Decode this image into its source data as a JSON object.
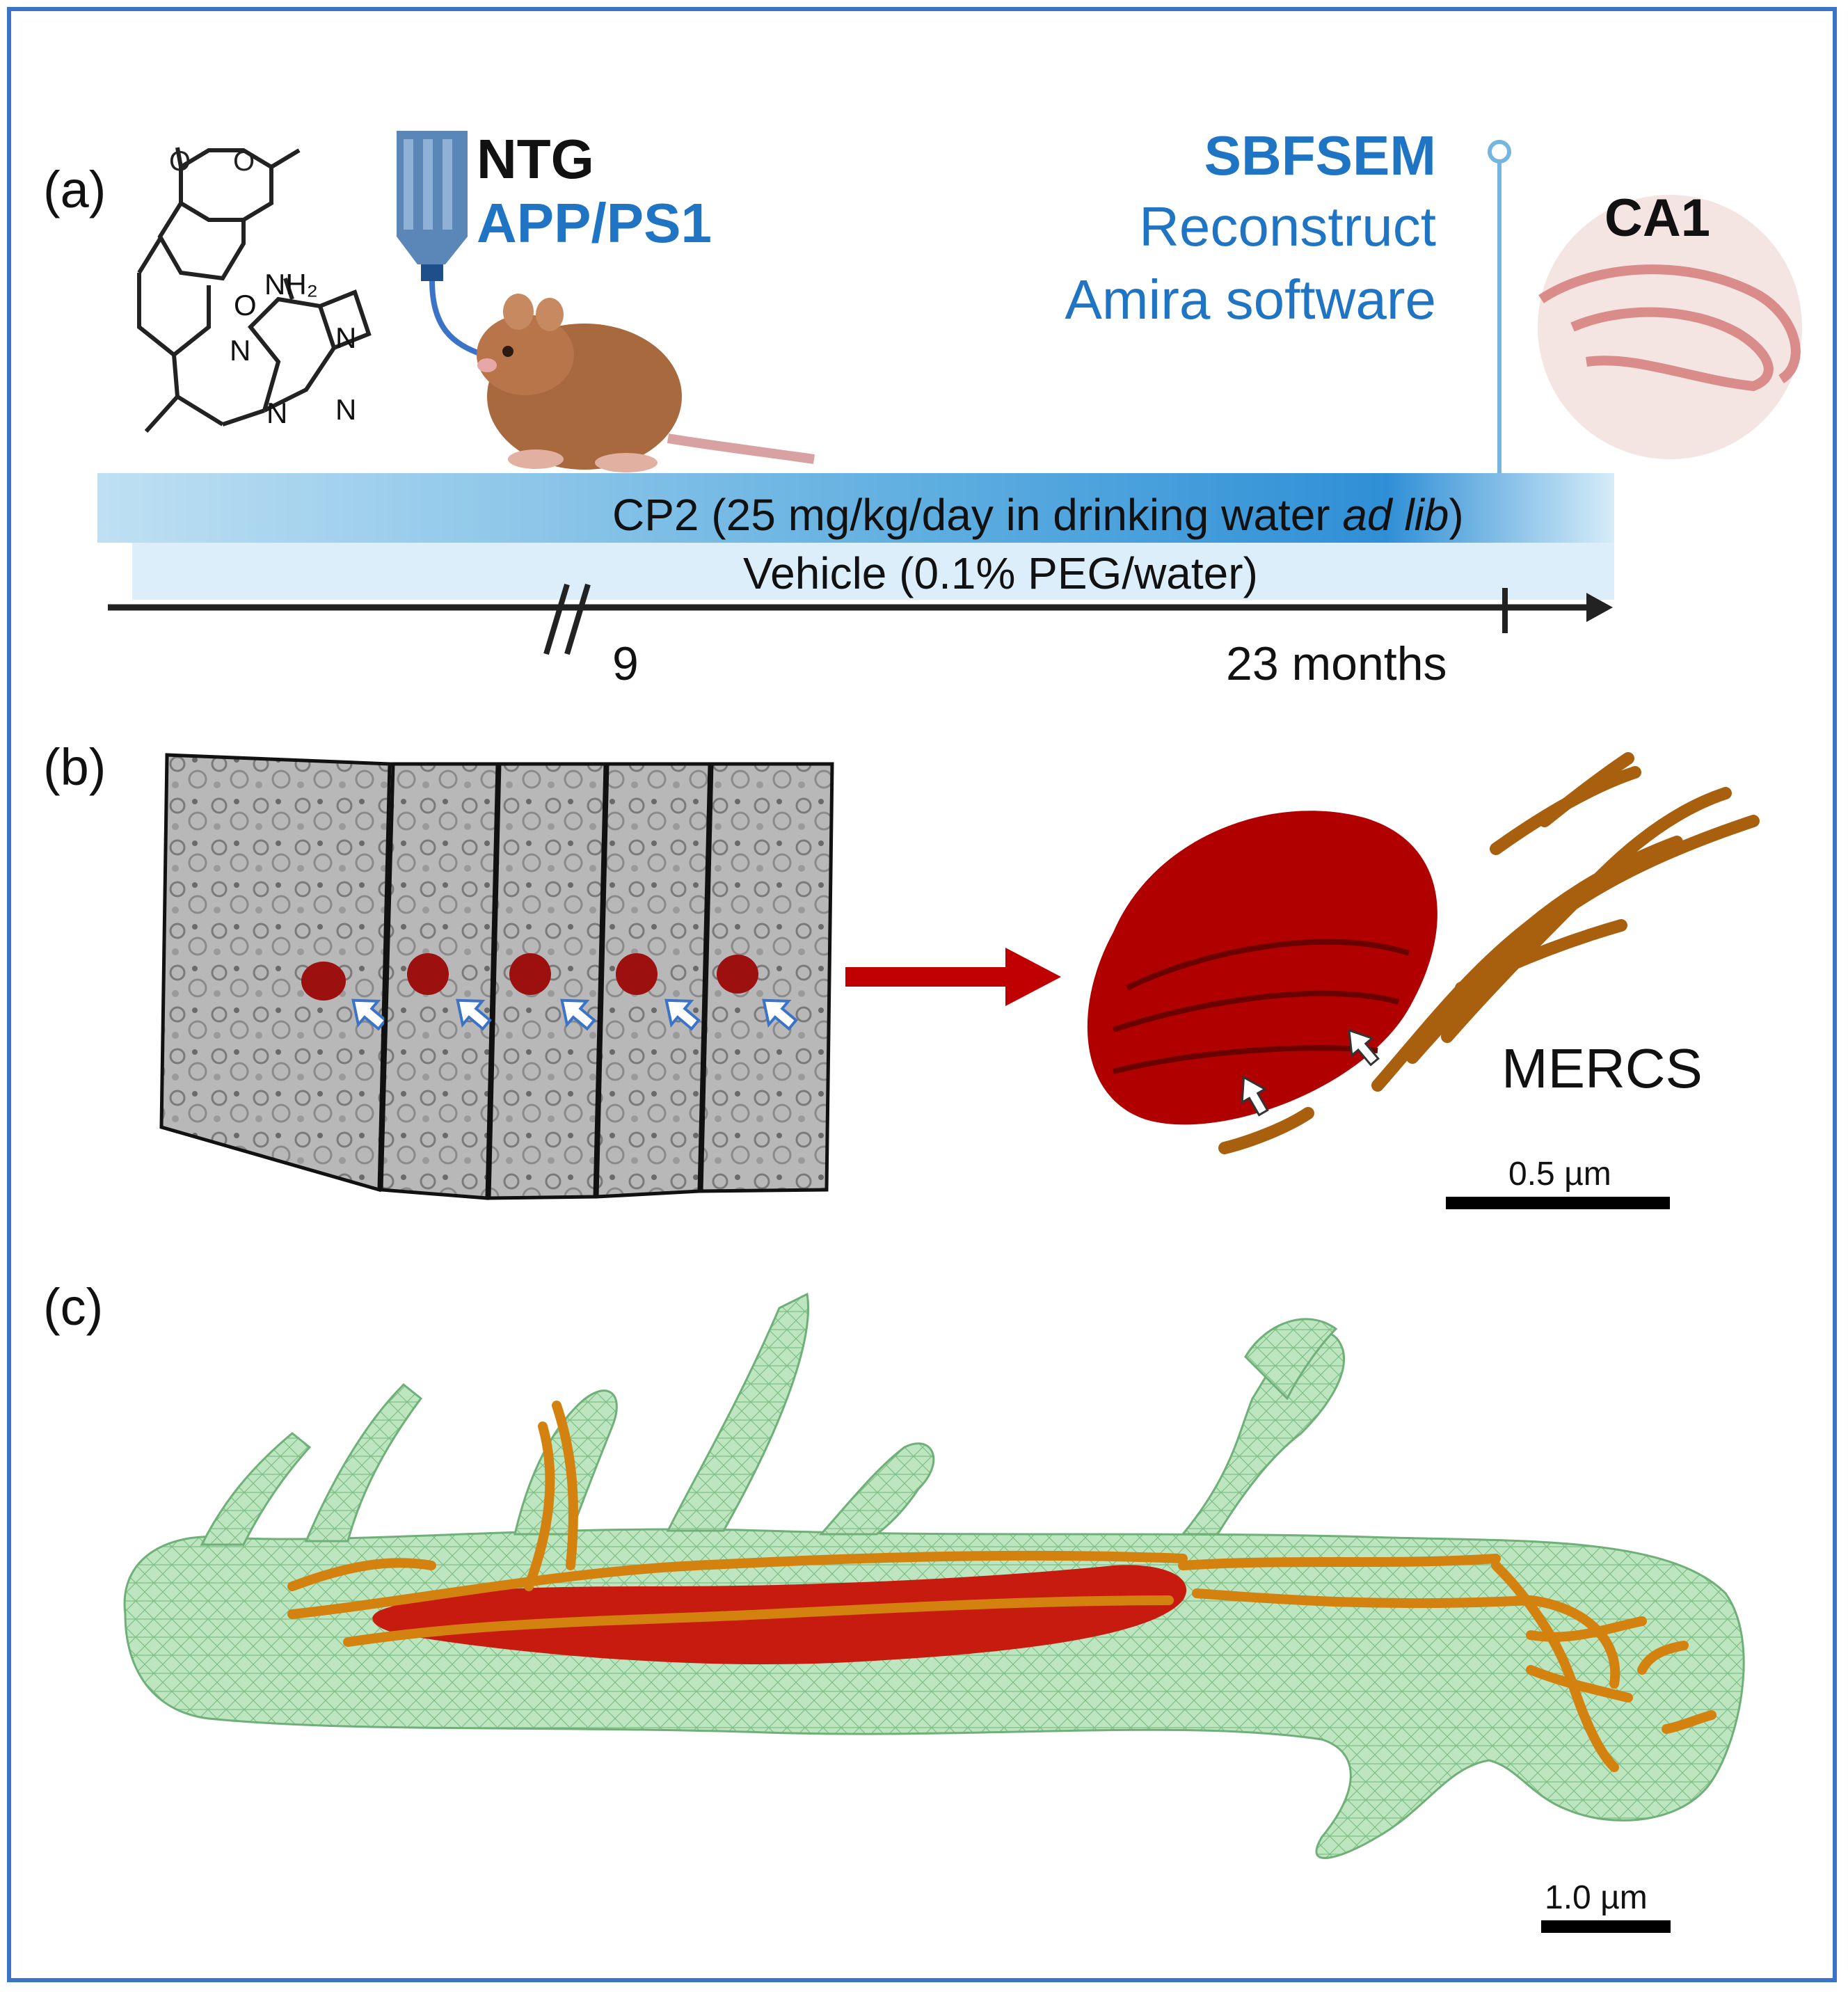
{
  "panels": {
    "a": {
      "label": "(a)",
      "chem_labels": {
        "nh2": "NH₂",
        "n": "N",
        "o": "O"
      },
      "groups": {
        "ntg": "NTG",
        "app": "APP/PS1"
      },
      "methods": {
        "sbfsem": "SBFSEM",
        "reconstruct": "Reconstruct",
        "amira": "Amira software"
      },
      "region": "CA1",
      "treatment_bar": {
        "pre": "CP2 (25 mg/kg/day in drinking water ",
        "italic": "ad lib",
        "post": ")"
      },
      "vehicle_bar": "Vehicle (0.1% PEG/water)",
      "timeline": {
        "tick_start": "9",
        "tick_end": "23 months"
      }
    },
    "b": {
      "label": "(b)",
      "mercs_label": "MERCS",
      "scale_bar": "0.5 µm"
    },
    "c": {
      "label": "(c)",
      "scale_bar": "1.0 µm"
    }
  },
  "colors": {
    "border": "#3b73c8",
    "accent_blue": "#1f74c3",
    "mitochondria_red": "#b00000",
    "er_orange": "#d4820f",
    "dendrite_green": "#b9e3bc"
  }
}
